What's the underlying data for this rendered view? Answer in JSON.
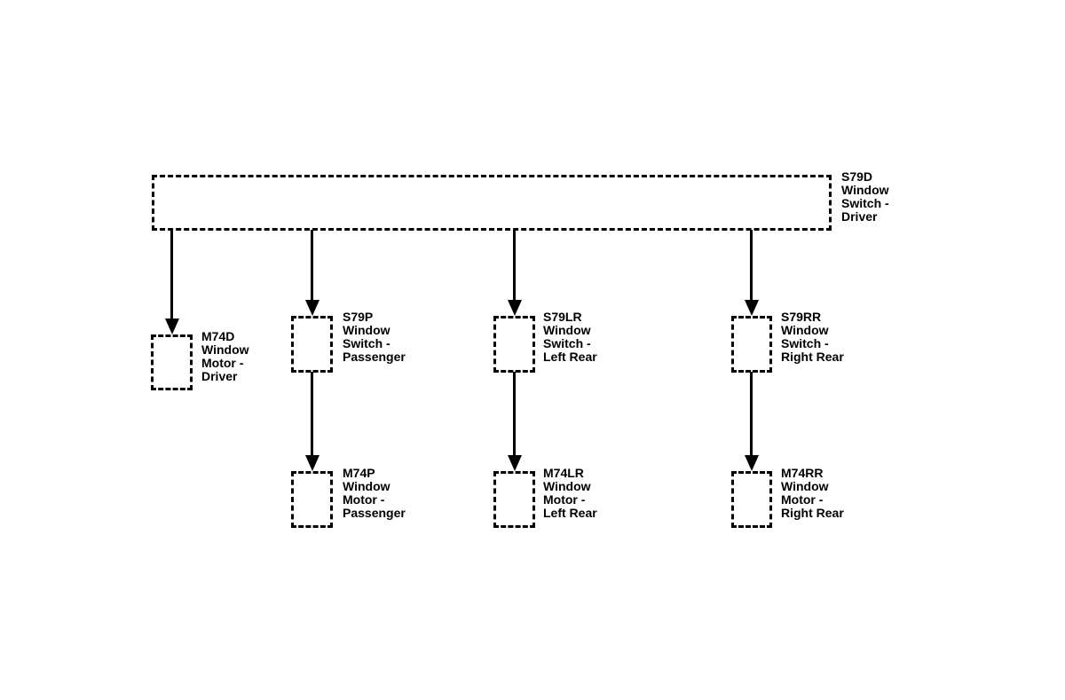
{
  "diagram": {
    "kind": "power-window-wiring-diagram",
    "colors": {
      "line": "#000000",
      "text": "#000000",
      "background": "#ffffff"
    },
    "nodes": [
      {
        "id": "S79D",
        "label": "S79D\nWindow\nSwitch -\nDriver"
      },
      {
        "id": "M74D",
        "label": "M74D\nWindow\nMotor -\nDriver"
      },
      {
        "id": "S79P",
        "label": "S79P\nWindow\nSwitch -\nPassenger"
      },
      {
        "id": "S79LR",
        "label": "S79LR\nWindow\nSwitch -\nLeft Rear"
      },
      {
        "id": "S79RR",
        "label": "S79RR\nWindow\nSwitch -\nRight Rear"
      },
      {
        "id": "M74P",
        "label": "M74P\nWindow\nMotor -\nPassenger"
      },
      {
        "id": "M74LR",
        "label": "M74LR\nWindow\nMotor -\nLeft Rear"
      },
      {
        "id": "M74RR",
        "label": "M74RR\nWindow\nMotor -\nRight Rear"
      }
    ],
    "edges": [
      {
        "from": "S79D",
        "to": "M74D"
      },
      {
        "from": "S79D",
        "to": "S79P"
      },
      {
        "from": "S79D",
        "to": "S79LR"
      },
      {
        "from": "S79D",
        "to": "S79RR"
      },
      {
        "from": "S79P",
        "to": "M74P"
      },
      {
        "from": "S79LR",
        "to": "M74LR"
      },
      {
        "from": "S79RR",
        "to": "M74RR"
      }
    ]
  }
}
